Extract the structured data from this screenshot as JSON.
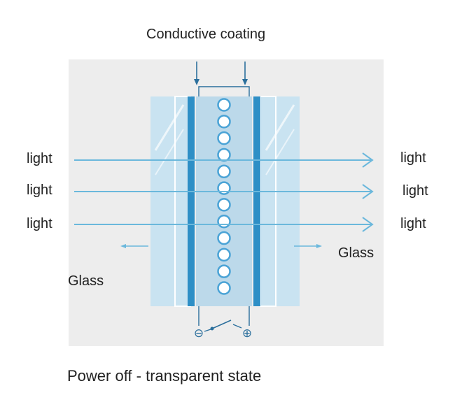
{
  "diagram": {
    "title": "Conductive coating",
    "caption": "Power off - transparent state",
    "left_labels": [
      "light",
      "light",
      "light"
    ],
    "right_labels": [
      "light",
      "light",
      "light"
    ],
    "glass_left": "Glass",
    "glass_right": "Glass",
    "terminal_negative": "⊖",
    "terminal_positive": "⊕",
    "particle_count": 12,
    "colors": {
      "background_panel": "#ededed",
      "glass_pane": "#c9e3f1",
      "electrode": "#2e8fc6",
      "particle_fill": "#ffffff",
      "particle_stroke": "#4aa3d6",
      "light_arrow": "#6bb8dc",
      "wire": "#2b6f9c",
      "text": "#222222"
    }
  }
}
